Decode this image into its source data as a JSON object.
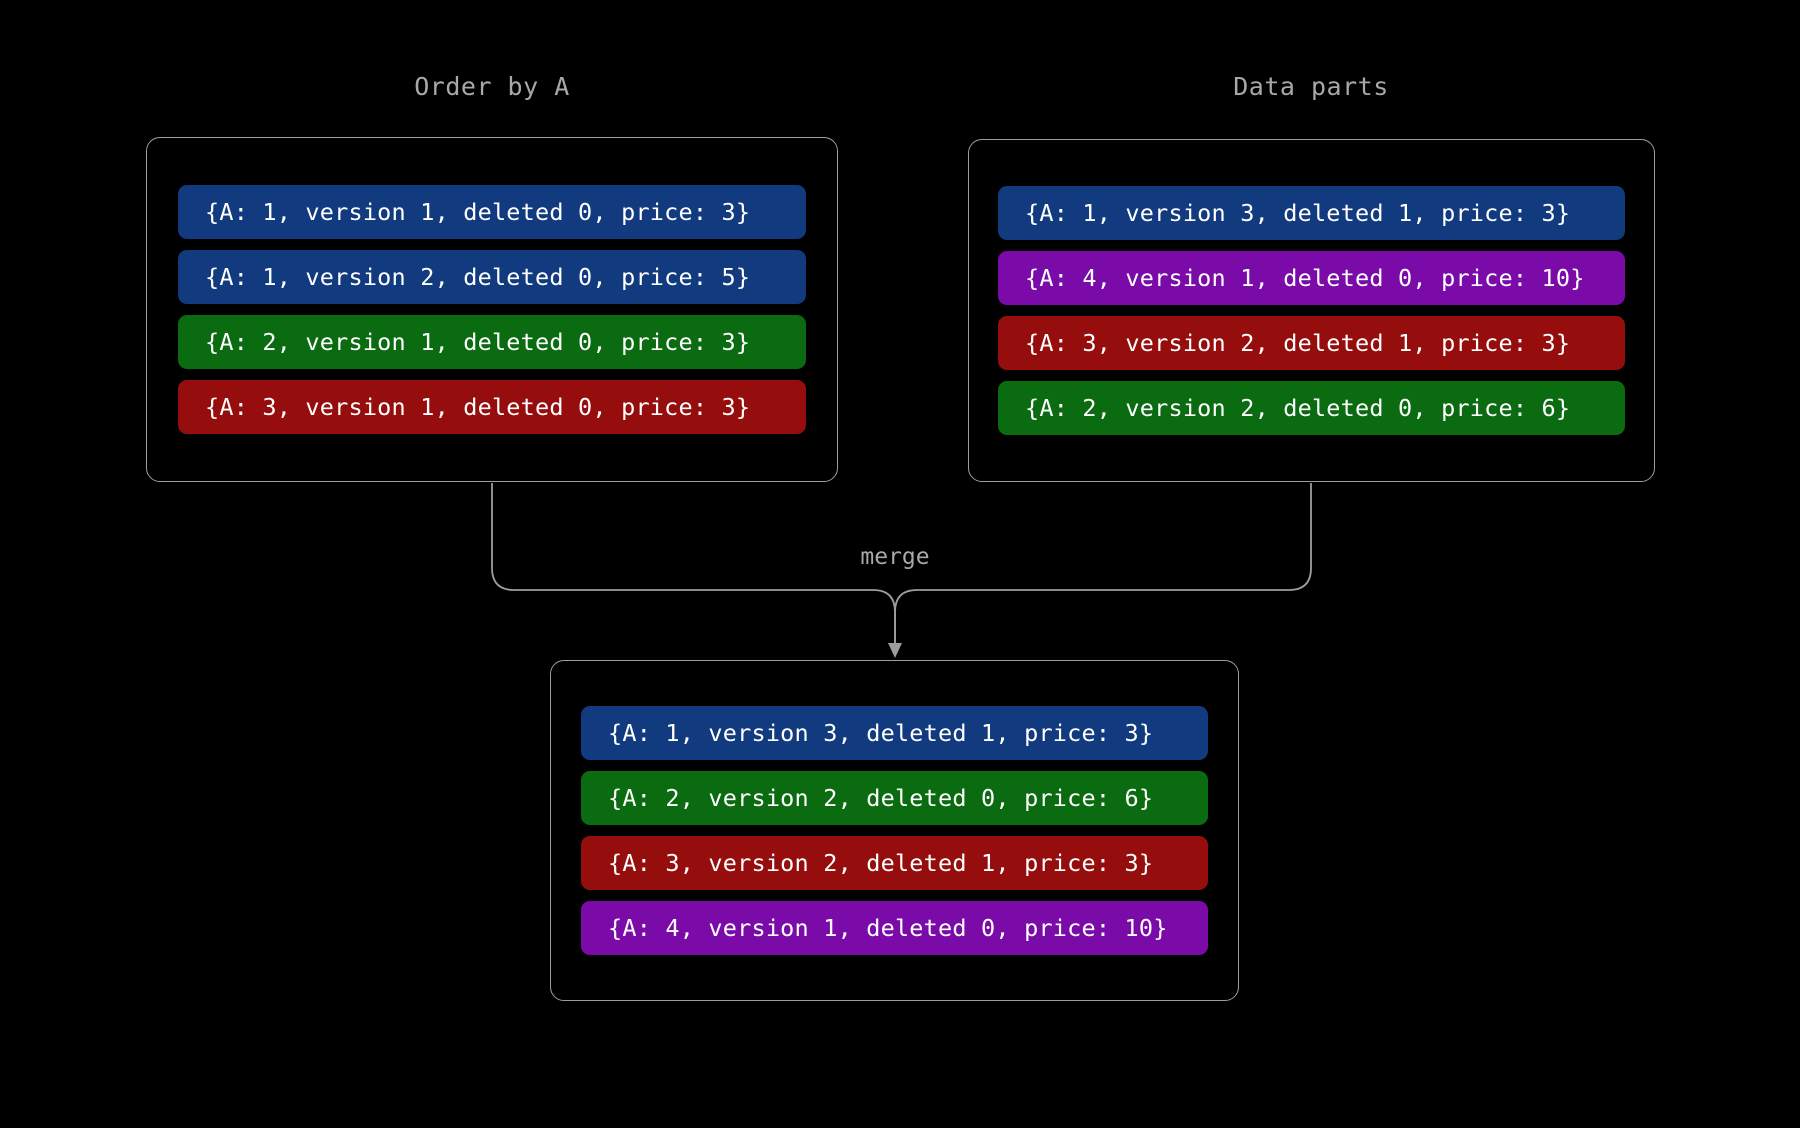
{
  "background_color": "#000000",
  "palette": {
    "blue": "#123a7e",
    "green": "#0a6b10",
    "red": "#960d0d",
    "purple": "#7b0ba8",
    "border_gray": "#9d9d9d",
    "text_gray": "#a8a8a8",
    "row_text": "#ffffff"
  },
  "panels": {
    "order_by_a": {
      "title": "Order by A",
      "rows": [
        {
          "label": "{A: 1, version 1, deleted 0, price: 3}",
          "color": "blue",
          "A": 1,
          "version": 1,
          "deleted": 0,
          "price": 3
        },
        {
          "label": "{A: 1, version 2, deleted 0, price: 5}",
          "color": "blue",
          "A": 1,
          "version": 2,
          "deleted": 0,
          "price": 5
        },
        {
          "label": "{A: 2, version 1, deleted 0, price: 3}",
          "color": "green",
          "A": 2,
          "version": 1,
          "deleted": 0,
          "price": 3
        },
        {
          "label": "{A: 3, version 1, deleted 0, price: 3}",
          "color": "red",
          "A": 3,
          "version": 1,
          "deleted": 0,
          "price": 3
        }
      ]
    },
    "data_parts": {
      "title": "Data parts",
      "rows": [
        {
          "label": "{A: 1, version 3, deleted 1, price: 3}",
          "color": "blue",
          "A": 1,
          "version": 3,
          "deleted": 1,
          "price": 3
        },
        {
          "label": "{A: 4, version 1, deleted 0, price: 10}",
          "color": "purple",
          "A": 4,
          "version": 1,
          "deleted": 0,
          "price": 10
        },
        {
          "label": "{A: 3, version 2, deleted 1, price: 3}",
          "color": "red",
          "A": 3,
          "version": 2,
          "deleted": 1,
          "price": 3
        },
        {
          "label": "{A: 2, version 2, deleted 0, price: 6}",
          "color": "green",
          "A": 2,
          "version": 2,
          "deleted": 0,
          "price": 6
        }
      ]
    },
    "merged": {
      "title": "",
      "rows": [
        {
          "label": "{A: 1, version 3, deleted 1, price: 3}",
          "color": "blue",
          "A": 1,
          "version": 3,
          "deleted": 1,
          "price": 3
        },
        {
          "label": "{A: 2, version 2, deleted 0, price: 6}",
          "color": "green",
          "A": 2,
          "version": 2,
          "deleted": 0,
          "price": 6
        },
        {
          "label": "{A: 3, version 2, deleted 1, price: 3}",
          "color": "red",
          "A": 3,
          "version": 2,
          "deleted": 1,
          "price": 3
        },
        {
          "label": "{A: 4, version 1, deleted 0, price: 10}",
          "color": "purple",
          "A": 4,
          "version": 1,
          "deleted": 0,
          "price": 10
        }
      ]
    }
  },
  "connector": {
    "label": "merge"
  }
}
